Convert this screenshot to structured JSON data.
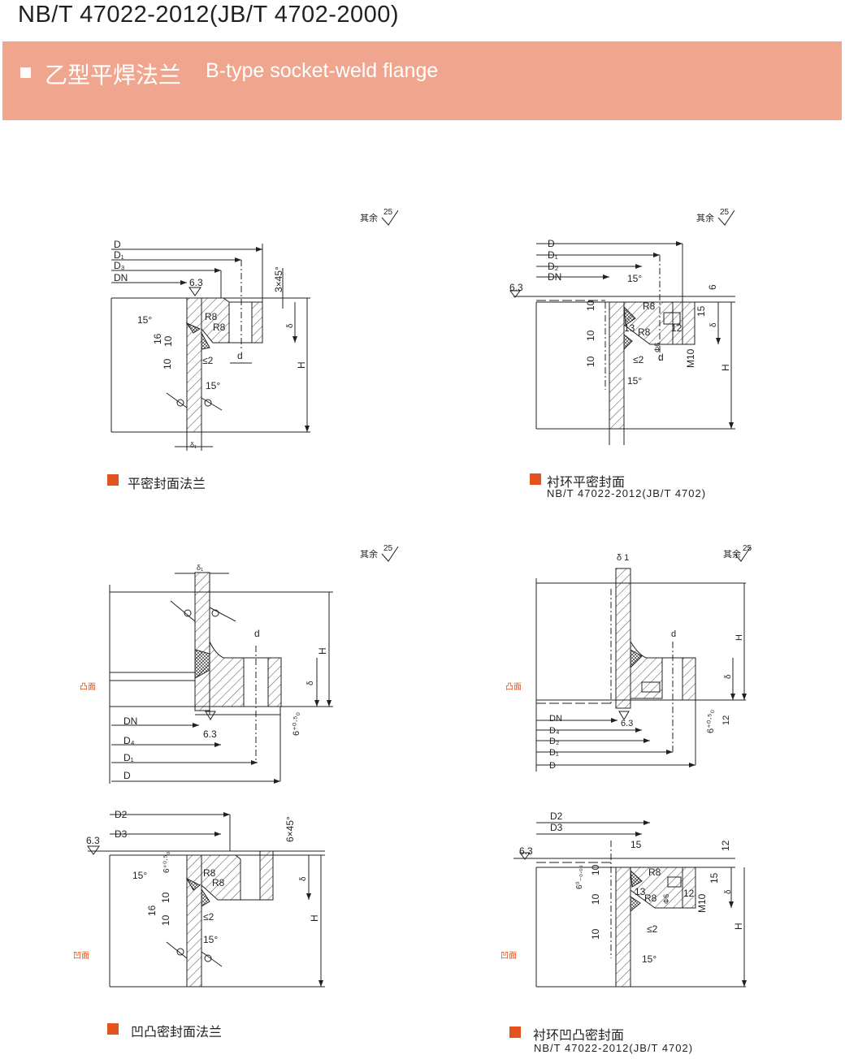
{
  "document_title": "NB/T 47022-2012(JB/T 4702-2000)",
  "section": {
    "title_cn": "乙型平焊法兰",
    "title_en": "B-type socket-weld flange"
  },
  "accent_color": "#e2531f",
  "band_color": "#f0a68e",
  "roughness_note": {
    "label": "其余",
    "value": "25"
  },
  "figures": [
    {
      "caption": "平密封面法兰",
      "labels": {
        "D": "D",
        "D1": "D₁",
        "D3": "D₃",
        "DN": "DN",
        "rough": "6.3",
        "angle1": "15°",
        "r1": "R8",
        "r2": "R8",
        "dim16": "16",
        "dim10a": "10",
        "dim10b": "10",
        "gap": "≤2",
        "angle2": "15°",
        "d": "d",
        "delta": "δ",
        "H": "H",
        "chamfer": "3×45°",
        "delta1": "δ₁"
      }
    },
    {
      "caption": "衬环平密封面",
      "subtitle": "NB/T 47022-2012(JB/T 4702)",
      "labels": {
        "D": "D",
        "D1": "D₁",
        "D2": "D₂",
        "DN": "DN",
        "rough": "6.3",
        "angle1": "15°",
        "r1": "R8",
        "r2": "R8",
        "dim10a": "10",
        "dim10b": "10",
        "dim10c": "10",
        "dim13": "13",
        "dim12": "12",
        "dim15": "15",
        "dim6": "6",
        "phi": "Φ6",
        "m10": "M10",
        "gap": "≤2",
        "angle2": "15°",
        "d": "d",
        "delta": "δ",
        "H": "H"
      }
    },
    {
      "face_label": "凸面",
      "labels": {
        "delta1": "δ₁",
        "d": "d",
        "H": "H",
        "delta": "δ",
        "tol": "6⁺⁰·⁵₀",
        "DN": "DN",
        "D4": "D₄",
        "D1": "D₁",
        "D": "D",
        "rough": "6.3"
      }
    },
    {
      "face_label": "凸面",
      "labels": {
        "delta1": "δ 1",
        "d": "d",
        "H": "H",
        "delta": "δ",
        "tol": "6⁺⁰·⁵₀",
        "dim12": "12",
        "DN": "DN",
        "D4": "D₄",
        "D2": "D₂",
        "D1": "D₁",
        "D": "D",
        "rough": "6.3"
      }
    },
    {
      "face_label": "凹面",
      "caption": "凹凸密封面法兰",
      "labels": {
        "D2": "D2",
        "D3": "D3",
        "rough": "6.3",
        "chamfer": "6×45°",
        "angle1": "15°",
        "tol": "6⁺⁰·⁵₀",
        "r1": "R8",
        "r2": "R8",
        "dim16": "16",
        "dim10a": "10",
        "dim10b": "10",
        "gap": "≤2",
        "angle2": "15°",
        "delta": "δ",
        "H": "H"
      }
    },
    {
      "face_label": "凹面",
      "caption": "衬环凹凸密封面",
      "subtitle": "NB/T 47022-2012(JB/T 4702)",
      "labels": {
        "D2": "D2",
        "D3": "D3",
        "rough": "6.3",
        "dim12a": "12",
        "dim15a": "15",
        "tol": "6⁰₋₀.₀₅",
        "dim10a": "10",
        "dim10b": "10",
        "dim10c": "10",
        "r1": "R8",
        "r2": "R8",
        "dim13": "13",
        "dim12b": "12",
        "dim15b": "15",
        "m10": "M10",
        "phi": "Φ6",
        "gap": "≤2",
        "angle2": "15°",
        "delta": "δ",
        "H": "H"
      }
    }
  ]
}
